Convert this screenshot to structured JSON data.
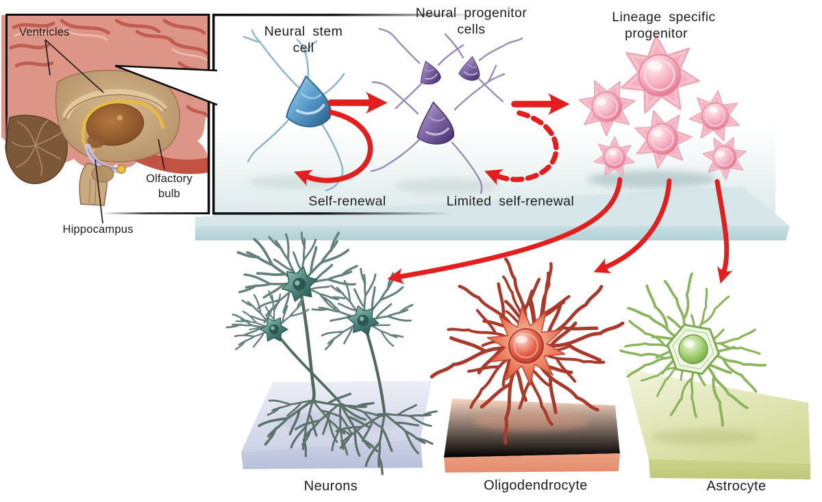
{
  "figure": {
    "brain_inset": {
      "ventricles_label": "Ventricles",
      "olfactory_label_line1": "Olfactory",
      "olfactory_label_line2": "bulb",
      "hippocampus_label": "Hippocampus"
    },
    "stages": {
      "stem_cell": {
        "line1": "Neural stem",
        "line2": "cell"
      },
      "progenitor": {
        "line1": "Neural progenitor",
        "line2": "cells"
      },
      "lineage": {
        "line1": "Lineage specific",
        "line2": "progenitor"
      }
    },
    "renewal": {
      "self_renewal": "Self-renewal",
      "limited_self_renewal": "Limited self-renewal"
    },
    "differentiated": {
      "neurons": "Neurons",
      "oligodendrocyte": "Oligodendrocyte",
      "astrocyte": "Astrocyte"
    },
    "colors": {
      "arrow_red": "#e31e1e",
      "slab_top": "#d6e6e9",
      "slab_front": "#bcd9dc",
      "neurons_platform": "#ccd2e6",
      "oligodendrocyte_platform": "#f0b396",
      "astrocyte_platform": "#d6dc9e",
      "stem_cell_blue": "#4f94c6",
      "progenitor_purple": "#7a5fa0",
      "lineage_pink": "#ee8fa6",
      "neuron_teal": "#4e8b82",
      "oligodendrocyte_red": "#c0392b",
      "astrocyte_green": "#7fae4e"
    }
  }
}
